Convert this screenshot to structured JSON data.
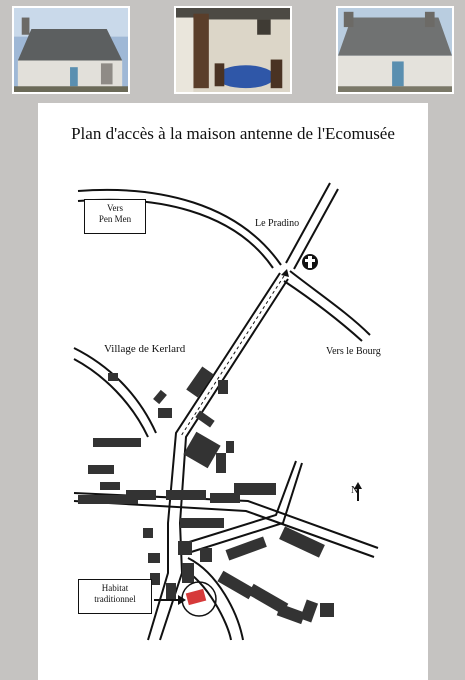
{
  "photos": [
    {
      "name": "house-exterior-photo"
    },
    {
      "name": "interior-photo"
    },
    {
      "name": "house-facade-photo"
    }
  ],
  "map": {
    "title": "Plan d'accès à la maison antenne de l'Ecomusée",
    "labels": {
      "vers_pen_men": "Vers\nPen Men",
      "le_pradino": "Le Pradino",
      "vers_le_bourg": "Vers le Bourg",
      "village": "Village de Kerlard",
      "habitat": "Habitat\ntraditionnel",
      "north": "N"
    },
    "icons": [
      "church-icon",
      "north-arrow-icon",
      "location-marker"
    ],
    "colors": {
      "highlight": "#d63a3a",
      "ink": "#111111",
      "building": "#333333"
    }
  }
}
